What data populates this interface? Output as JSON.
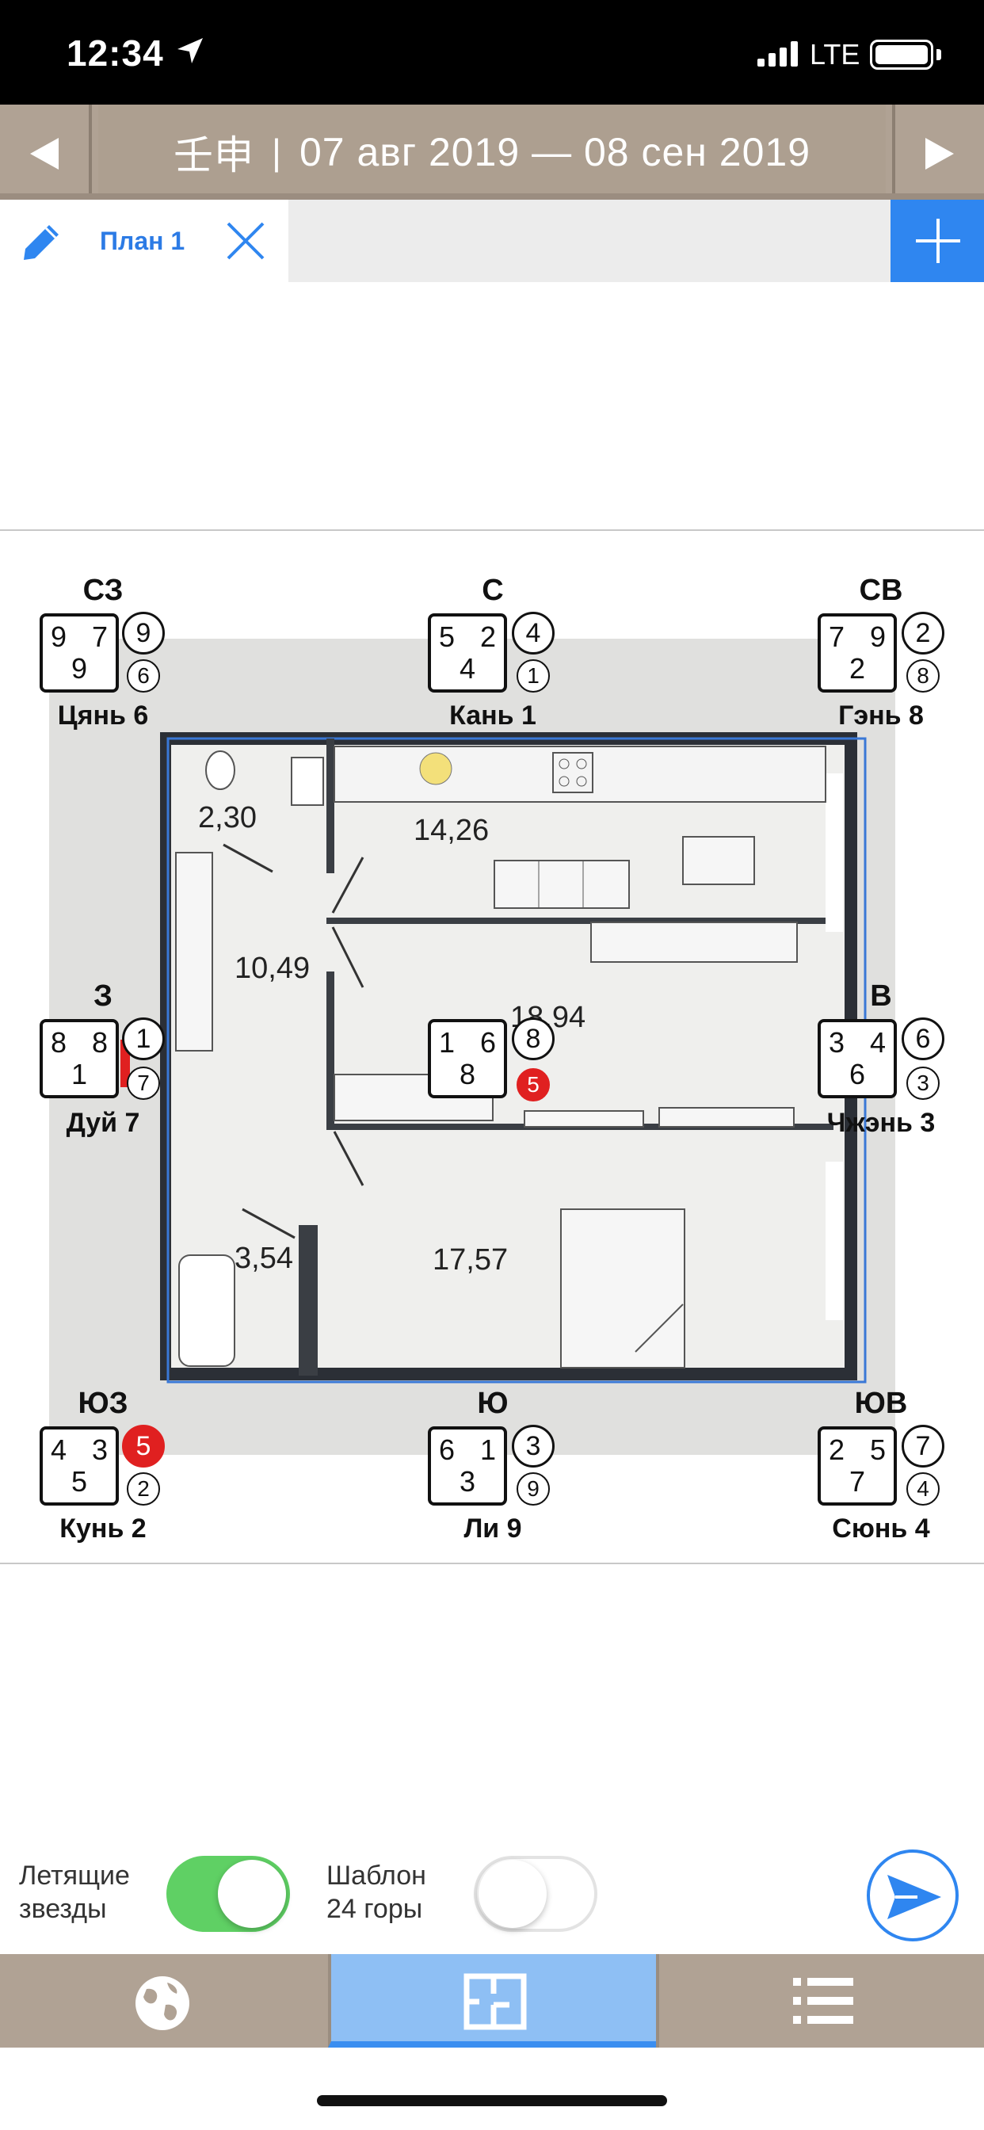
{
  "status_bar": {
    "time": "12:34",
    "carrier": "LTE"
  },
  "period": {
    "ganzhi": "壬申",
    "divider": "|",
    "range": "07 авг 2019 — 08 сен 2019"
  },
  "tabs": [
    {
      "label": "План 1"
    }
  ],
  "plan": {
    "room_areas": [
      "2,30",
      "14,26",
      "10,49",
      "18,94",
      "3,54",
      "17,57"
    ],
    "sectors": {
      "nw": {
        "direction": "СЗ",
        "star_tl": "9",
        "star_tr": "7",
        "star_bottom": "9",
        "year_star": "9",
        "month_star": "6",
        "palace": "Цянь 6"
      },
      "n": {
        "direction": "С",
        "star_tl": "5",
        "star_tr": "2",
        "star_bottom": "4",
        "year_star": "4",
        "month_star": "1",
        "palace": "Кань 1"
      },
      "ne": {
        "direction": "СВ",
        "star_tl": "7",
        "star_tr": "9",
        "star_bottom": "2",
        "year_star": "2",
        "month_star": "8",
        "palace": "Гэнь 8"
      },
      "w": {
        "direction": "З",
        "star_tl": "8",
        "star_tr": "8",
        "star_bottom": "1",
        "year_star": "1",
        "month_star": "7",
        "palace": "Дуй 7"
      },
      "c": {
        "direction": "",
        "star_tl": "1",
        "star_tr": "6",
        "star_bottom": "8",
        "year_star": "8",
        "month_star": "5",
        "palace": ""
      },
      "e": {
        "direction": "В",
        "star_tl": "3",
        "star_tr": "4",
        "star_bottom": "6",
        "year_star": "6",
        "month_star": "3",
        "palace": "Чжэнь 3"
      },
      "sw": {
        "direction": "ЮЗ",
        "star_tl": "4",
        "star_tr": "3",
        "star_bottom": "5",
        "year_star": "5",
        "month_star": "2",
        "palace": "Кунь 2"
      },
      "s": {
        "direction": "Ю",
        "star_tl": "6",
        "star_tr": "1",
        "star_bottom": "3",
        "year_star": "3",
        "month_star": "9",
        "palace": "Ли 9"
      },
      "se": {
        "direction": "ЮВ",
        "star_tl": "2",
        "star_tr": "5",
        "star_bottom": "7",
        "year_star": "7",
        "month_star": "4",
        "palace": "Сюнь 4"
      }
    },
    "highlight_color": "#e02020"
  },
  "controls": {
    "flying_stars": {
      "label_line1": "Летящие",
      "label_line2": "звезды",
      "on": true
    },
    "template_24": {
      "label_line1": "Шаблон",
      "label_line2": "24 горы",
      "on": false
    }
  },
  "bottom_nav": [
    {
      "icon": "globe-icon"
    },
    {
      "icon": "floor-plan-icon",
      "active": true
    },
    {
      "icon": "list-icon"
    }
  ],
  "colors": {
    "accent": "#2f86f0",
    "toggle_on": "#5fd064",
    "bar": "#b0a294"
  }
}
